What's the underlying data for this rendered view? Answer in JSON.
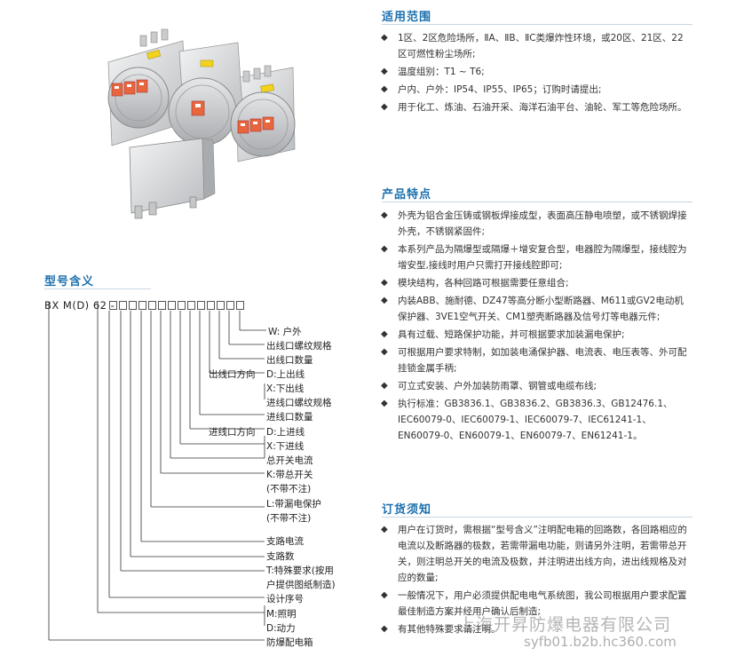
{
  "applicable_scope": {
    "title": "适用范围",
    "items": [
      "1区、2区危险场所，ⅡA、ⅡB、ⅡC类爆炸性环境，或20区、21区、22区可燃性粉尘场所;",
      "温度组别：T1 ~ T6;",
      "户内、户外：IP54、IP55、IP65；订购时请提出;",
      "用于化工、炼油、石油开采、海洋石油平台、油轮、军工等危险场所。"
    ]
  },
  "product_features": {
    "title": "产品特点",
    "items": [
      "外壳为铝合金压铸或钢板焊接成型，表面高压静电喷塑，或不锈钢焊接外壳，不锈钢紧固件;",
      "本系列产品为隔爆型或隔爆＋增安复合型，电器腔为隔爆型，接线腔为增安型,接线时用户只需打开接线腔即可;",
      "模块结构，各种回路可根据需要任意组合;",
      "内装ABB、施耐德、DZ47等高分断小型断路器、M611或GV2电动机保护器、3VE1空气开关、CM1塑壳断路器及信号灯等电器元件;",
      "具有过载、短路保护功能，并可根据要求加装漏电保护;",
      "可根据用户要求特制，如加装电涌保护器、电流表、电压表等、外可配挂锁金属手柄;",
      "可立式安装、户外加装防雨罩、钢管或电缆布线;",
      "执行标准：GB3836.1、GB3836.2、GB3836.3、GB12476.1、IEC60079-0、IEC60079-1、IEC60079-7、IEC61241-1、EN60079-0、EN60079-1、EN60079-7、EN61241-1。"
    ]
  },
  "ordering_notes": {
    "title": "订货须知",
    "items": [
      "用户在订货时，需根据“型号含义”注明配电箱的回路数，各回路相应的电流以及断路器的极数，若需带漏电功能，则请另外注明，若需带总开关，则注明总开关的电流及极数，并注明进出线方向，进出线规格及对应的数量;",
      "一般情况下，用户必须提供配电电气系统图，我公司根据用户要求配置最佳制造方案并经用户确认后制造;",
      "有其他特殊要求请注明。"
    ]
  },
  "model_meaning": {
    "title": "型号含义",
    "code": "BX M(D) 62 -",
    "labels": {
      "w": "W: 户外",
      "out_thread": "出线口螺纹规格",
      "out_count": "出线口数量",
      "out_dir": "出线口方向",
      "out_up": "D:上出线",
      "out_down": "X:下出线",
      "in_thread": "进线口螺纹规格",
      "in_count": "进线口数量",
      "in_dir": "进线口方向",
      "in_up": "D:上进线",
      "in_down": "X:下进线",
      "main_current": "总开关电流",
      "k": "K:带总开关",
      "k_note": "(不带不注)",
      "l": "L:带漏电保护",
      "l_note": "(不带不注)",
      "branch_current": "支路电流",
      "branch_count": "支路数",
      "t1": "T:特殊要求(按用",
      "t2": "户提供图纸制造)",
      "serial": "设计序号",
      "m": "M:照明",
      "d": "D:动力",
      "box": "防爆配电箱"
    }
  },
  "watermark": {
    "company": "上海开昇防爆电器有限公司",
    "site": "syfb01.b2b.hc360.com"
  },
  "colors": {
    "heading": "#1b6fae",
    "enclosure": "#d9dadc",
    "window": "#e8663d",
    "warning": "#f2d21c"
  }
}
